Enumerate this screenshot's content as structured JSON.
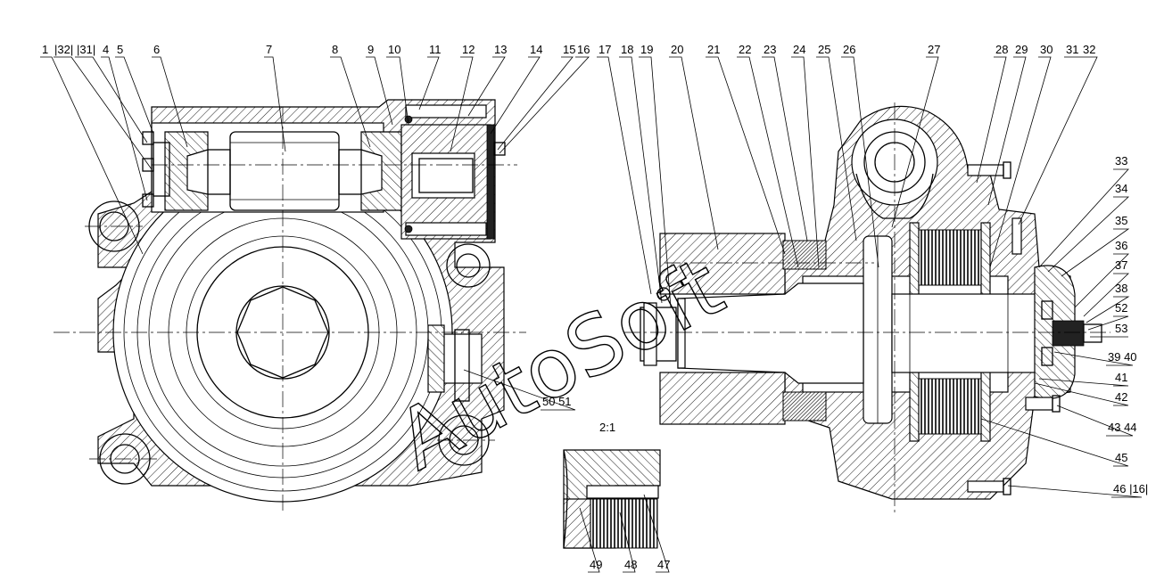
{
  "callouts_top": [
    "1",
    "|32|",
    "|31|",
    "4",
    "5",
    "6",
    "7",
    "8",
    "9",
    "10",
    "11",
    "12",
    "13",
    "14",
    "15",
    "16",
    "17",
    "18",
    "19",
    "20",
    "21",
    "22",
    "23",
    "24",
    "25",
    "26",
    "27",
    "28",
    "29",
    "30",
    "31",
    "32"
  ],
  "callouts_right": [
    "33",
    "34",
    "35",
    "36",
    "37",
    "38",
    "52",
    "53",
    "39 40",
    "41",
    "42",
    "43 44",
    "45",
    "46 |16|"
  ],
  "callouts_left_section": [
    "50 51"
  ],
  "detail": {
    "scale": "2:1",
    "callouts": [
      "49",
      "48",
      "47"
    ]
  },
  "watermark": "AutoSoft",
  "colors": {
    "line": "#000000",
    "background": "#ffffff"
  }
}
